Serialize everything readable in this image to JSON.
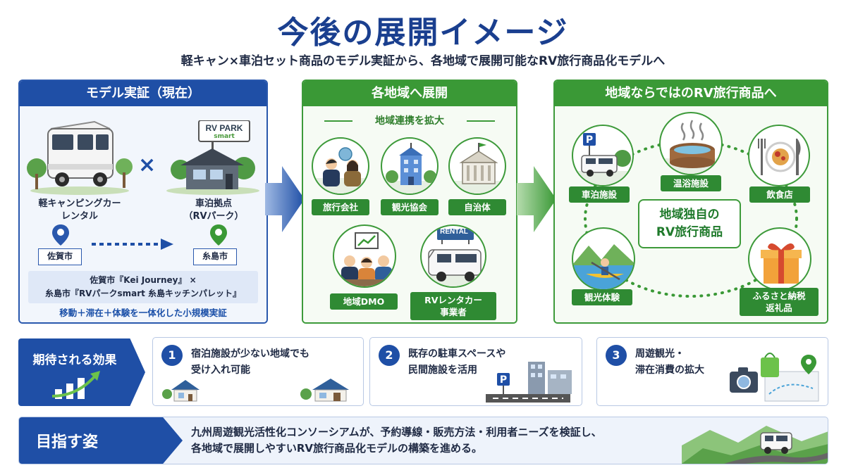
{
  "header": {
    "title": "今後の展開イメージ",
    "subtitle": "軽キャン×車泊セット商品のモデル実証から、各地域で展開可能なRV旅行商品化モデルへ"
  },
  "model": {
    "heading": "モデル実証（現在）",
    "camper_label": "軽キャンピングカー\nレンタル",
    "times": "×",
    "base_label": "車泊拠点\n（RVパーク）",
    "rvpark_sign_1": "RV PARK",
    "rvpark_sign_2": "smart",
    "from_city": "佐賀市",
    "to_city": "糸島市",
    "note_line1": "佐賀市『Kei Journey』 ×",
    "note_line2": "糸島市『RVパークsmart 糸島キッチンパレット』",
    "summary": "移動＋滞在＋体験を一体化した小規模実証"
  },
  "expansion": {
    "heading": "各地域へ展開",
    "subheading": "地域連携を拡大",
    "partners": [
      "旅行会社",
      "観光協会",
      "自治体",
      "地域DMO",
      "RVレンタカー\n事業者"
    ],
    "rental_sign": "RENTAL"
  },
  "product": {
    "heading": "地域ならではのRV旅行商品へ",
    "center": "地域独自の\nRV旅行商品",
    "elements": [
      "車泊施設",
      "温浴施設",
      "飲食店",
      "観光体験",
      "ふるさと納税\n返礼品"
    ]
  },
  "effects": {
    "heading": "期待される効果",
    "items": [
      {
        "num": "1",
        "text": "宿泊施設が少ない地域でも\n受け入れ可能"
      },
      {
        "num": "2",
        "text": "既存の駐車スペースや\n民間施設を活用"
      },
      {
        "num": "3",
        "text": "周遊観光・\n滞在消費の拡大"
      }
    ]
  },
  "goal": {
    "heading": "目指す姿",
    "line1": "九州周遊観光活性化コンソーシアムが、予約導線・販売方法・利用者ニーズを検証し、",
    "line2": "各地域で展開しやすいRV旅行商品化モデルの構築を進める。"
  },
  "colors": {
    "navy": "#1f4fa6",
    "green": "#3a9936",
    "title": "#1a3f8f"
  }
}
